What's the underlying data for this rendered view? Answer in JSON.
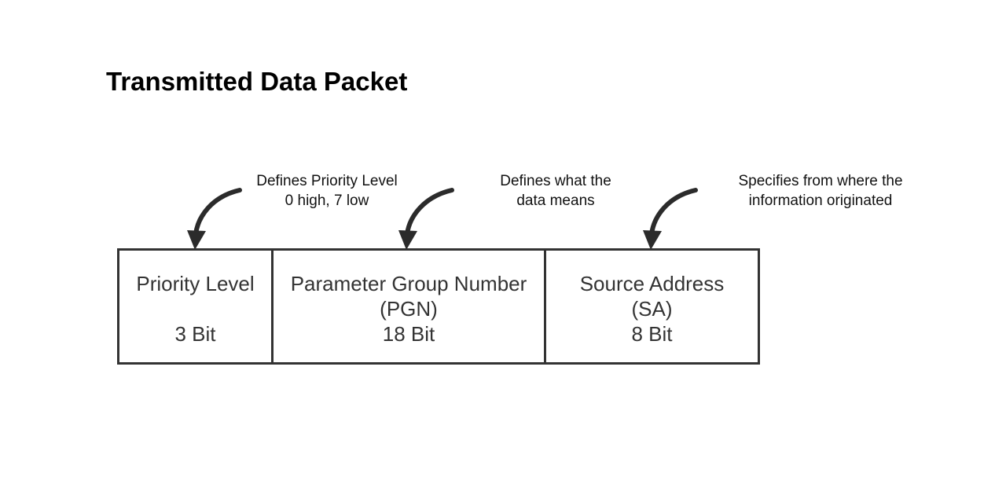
{
  "title": "Transmitted Data Packet",
  "annotations": {
    "priority": {
      "line1": "Defines Priority Level",
      "line2": "0 high, 7 low"
    },
    "pgn": {
      "line1": "Defines what the",
      "line2": "data means"
    },
    "sa": {
      "line1": "Specifies from where the",
      "line2": "information originated"
    }
  },
  "fields": {
    "priority": {
      "name": "Priority Level",
      "abbr": "",
      "bits": "3 Bit"
    },
    "pgn": {
      "name": "Parameter Group Number",
      "abbr": "(PGN)",
      "bits": "18 Bit"
    },
    "sa": {
      "name": "Source Address",
      "abbr": "(SA)",
      "bits": "8 Bit"
    }
  },
  "colors": {
    "border": "#333333",
    "arrow": "#2b2b2b",
    "text": "#111111"
  }
}
